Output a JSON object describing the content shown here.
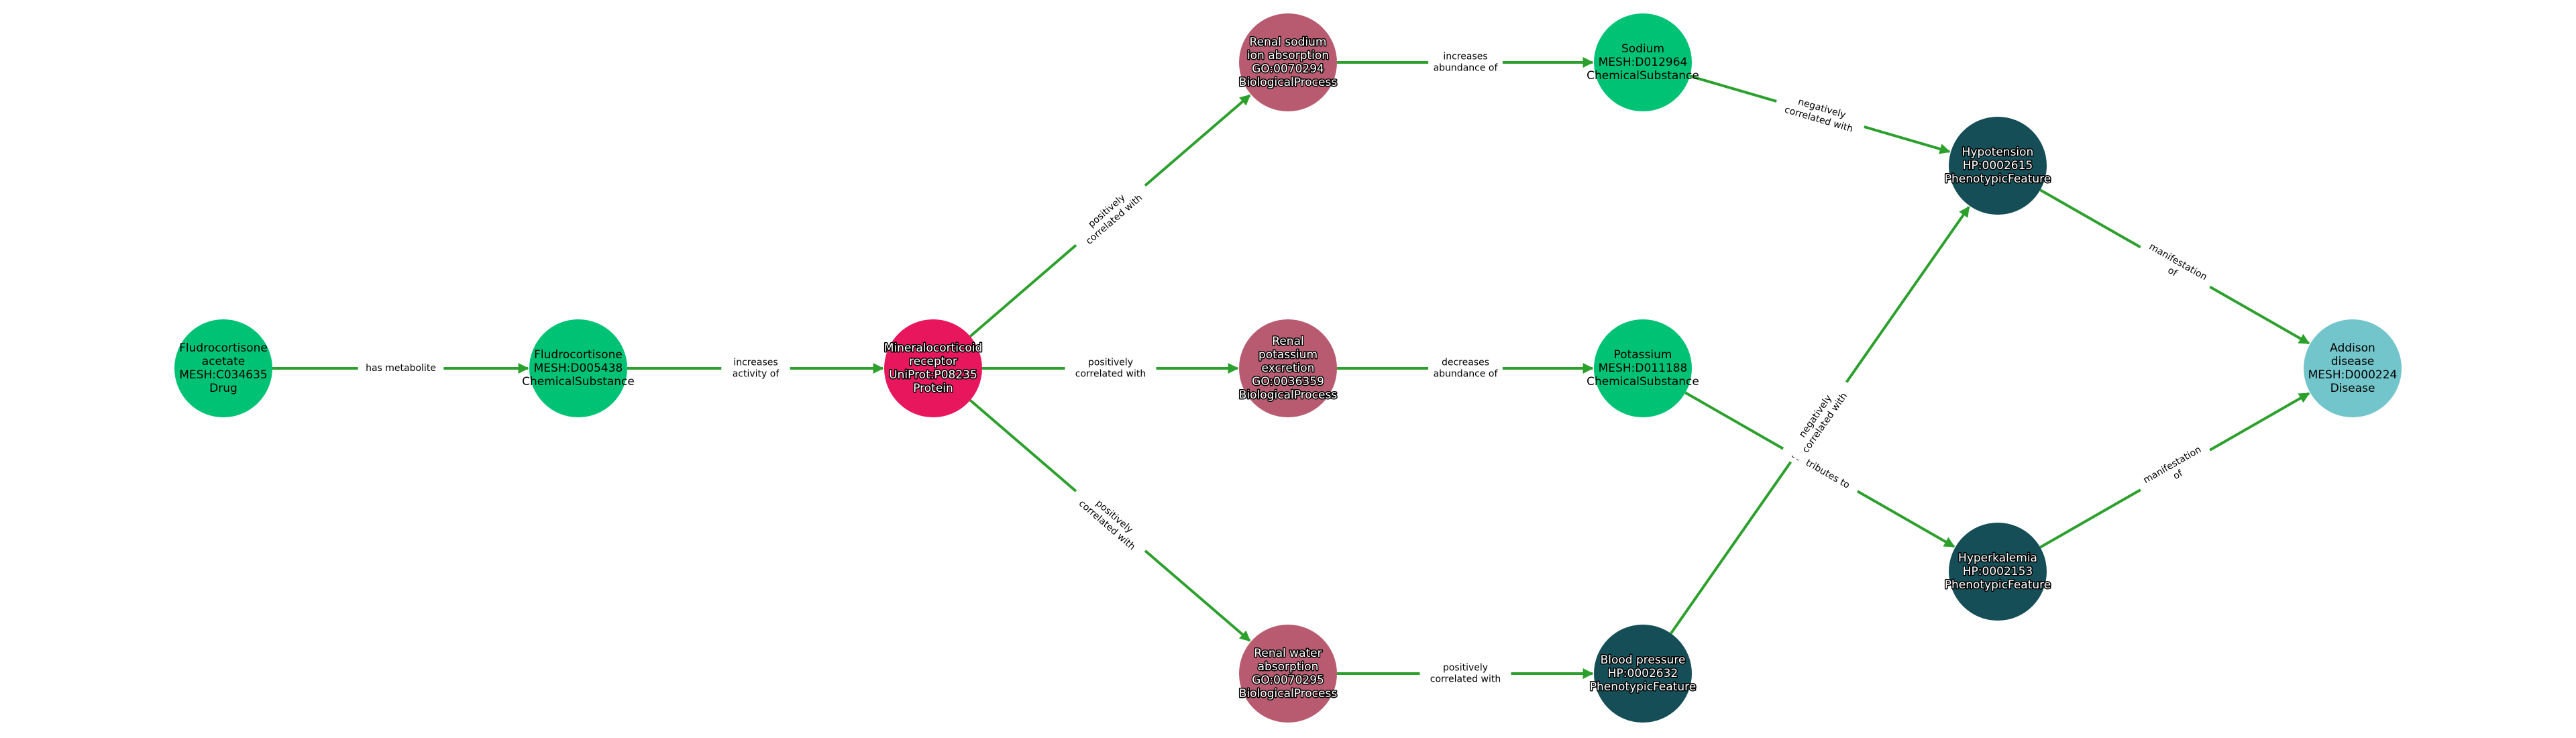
{
  "graph": {
    "edge_color": "#2ca02c",
    "nodes": [
      {
        "id": "A",
        "lines": [
          "Fludrocortisone",
          "acetate",
          "MESH:C034635",
          "Drug"
        ],
        "color": "#00c274",
        "text": "dark"
      },
      {
        "id": "B",
        "lines": [
          "Fludrocortisone",
          "MESH:D005438",
          "ChemicalSubstance"
        ],
        "color": "#00c274",
        "text": "dark"
      },
      {
        "id": "C",
        "lines": [
          "Mineralocorticoid",
          "receptor",
          "UniProt:P08235",
          "Protein"
        ],
        "color": "#e8175d",
        "text": "light"
      },
      {
        "id": "D",
        "lines": [
          "Renal sodium",
          "ion absorption",
          "GO:0070294",
          "BiologicalProcess"
        ],
        "color": "#b85b70",
        "text": "light"
      },
      {
        "id": "E",
        "lines": [
          "Renal",
          "potassium",
          "excretion",
          "GO:0036359",
          "BiologicalProcess"
        ],
        "color": "#b85b70",
        "text": "light"
      },
      {
        "id": "F",
        "lines": [
          "Renal water",
          "absorption",
          "GO:0070295",
          "BiologicalProcess"
        ],
        "color": "#b85b70",
        "text": "light"
      },
      {
        "id": "G",
        "lines": [
          "Sodium",
          "MESH:D012964",
          "ChemicalSubstance"
        ],
        "color": "#00c274",
        "text": "dark"
      },
      {
        "id": "H",
        "lines": [
          "Potassium",
          "MESH:D011188",
          "ChemicalSubstance"
        ],
        "color": "#00c274",
        "text": "dark"
      },
      {
        "id": "I",
        "lines": [
          "Blood pressure",
          "HP:0002632",
          "PhenotypicFeature"
        ],
        "color": "#164e57",
        "text": "light"
      },
      {
        "id": "J",
        "lines": [
          "Hypotension",
          "HP:0002615",
          "PhenotypicFeature"
        ],
        "color": "#164e57",
        "text": "light"
      },
      {
        "id": "K",
        "lines": [
          "Hyperkalemia",
          "HP:0002153",
          "PhenotypicFeature"
        ],
        "color": "#164e57",
        "text": "light"
      },
      {
        "id": "L",
        "lines": [
          "Addison",
          "disease",
          "MESH:D000224",
          "Disease"
        ],
        "color": "#72c5ca",
        "text": "dark"
      }
    ],
    "edges": [
      {
        "from": "A",
        "to": "B",
        "label": [
          "has metabolite"
        ]
      },
      {
        "from": "B",
        "to": "C",
        "label": [
          "increases",
          "activity of"
        ]
      },
      {
        "from": "C",
        "to": "D",
        "label": [
          "positively",
          "correlated with"
        ]
      },
      {
        "from": "C",
        "to": "E",
        "label": [
          "positively",
          "correlated with"
        ]
      },
      {
        "from": "C",
        "to": "F",
        "label": [
          "positively",
          "correlated with"
        ]
      },
      {
        "from": "D",
        "to": "G",
        "label": [
          "increases",
          "abundance of"
        ]
      },
      {
        "from": "E",
        "to": "H",
        "label": [
          "decreases",
          "abundance of"
        ]
      },
      {
        "from": "F",
        "to": "I",
        "label": [
          "positively",
          "correlated with"
        ]
      },
      {
        "from": "G",
        "to": "J",
        "label": [
          "negatively",
          "correlated with"
        ]
      },
      {
        "from": "H",
        "to": "K",
        "label": [
          "contributes to"
        ]
      },
      {
        "from": "I",
        "to": "J",
        "label": [
          "negatively",
          "correlated with"
        ]
      },
      {
        "from": "J",
        "to": "L",
        "label": [
          "manifestation",
          "of"
        ]
      },
      {
        "from": "K",
        "to": "L",
        "label": [
          "manifestation",
          "of"
        ]
      }
    ]
  }
}
